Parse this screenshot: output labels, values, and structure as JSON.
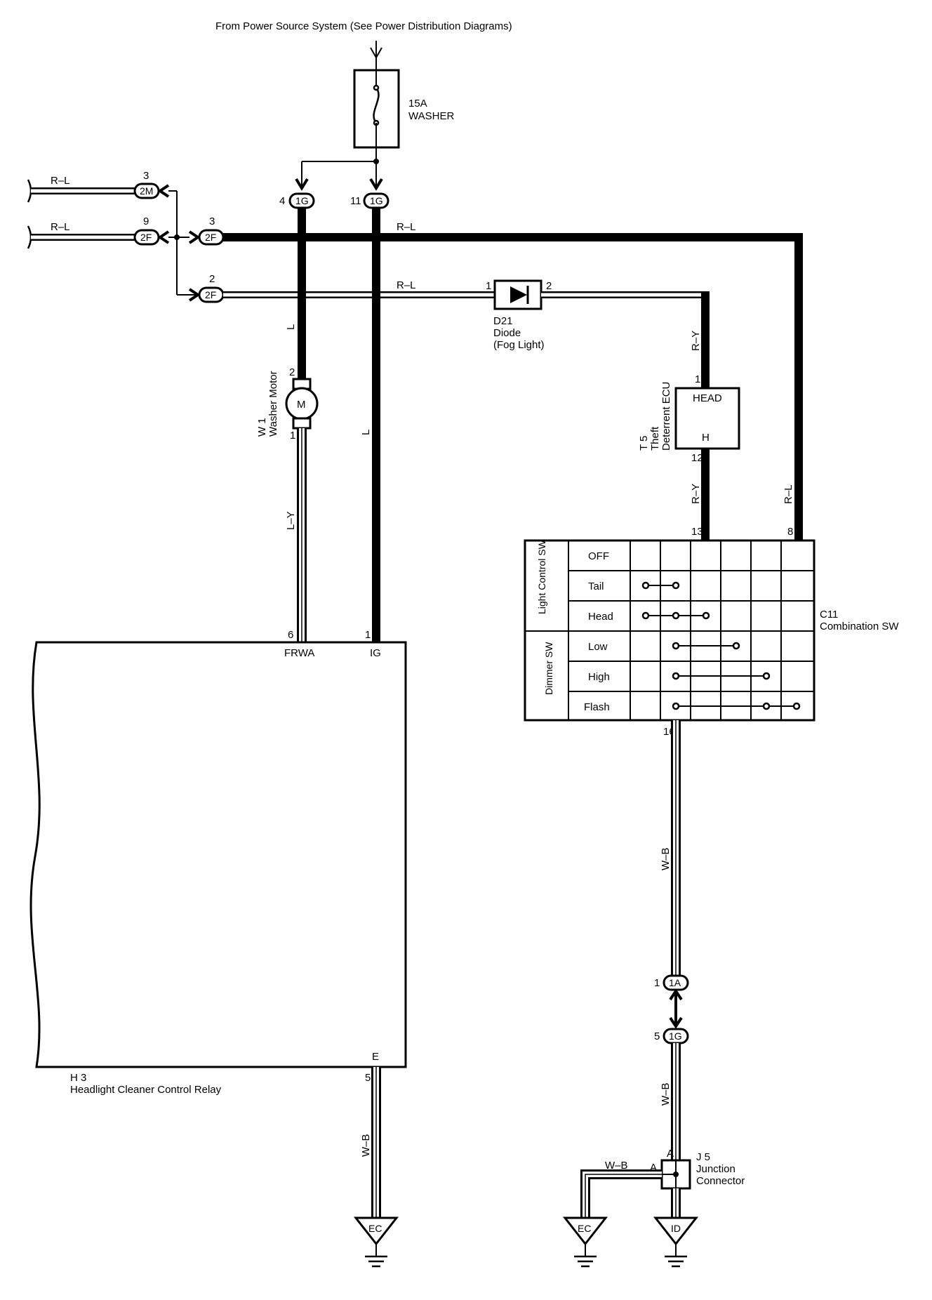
{
  "header": {
    "power_source": "From Power Source System (See Power Distribution Diagrams)"
  },
  "fuse": {
    "rating": "15A",
    "name": "WASHER"
  },
  "connectors": {
    "c_2m": {
      "pin": "3",
      "label": "2M"
    },
    "c_2f_left": {
      "pin": "9",
      "label": "2F"
    },
    "c_2f_mid": {
      "pin": "3",
      "label": "2F"
    },
    "c_2f_low": {
      "pin": "2",
      "label": "2F"
    },
    "c_1g_a": {
      "pin": "4",
      "label": "1G"
    },
    "c_1g_b": {
      "pin": "11",
      "label": "1G"
    },
    "c_1a": {
      "pin": "1",
      "label": "1A"
    },
    "c_1g_c": {
      "pin": "5",
      "label": "1G"
    }
  },
  "wires": {
    "r_l_top": "R–L",
    "r_l_mid": "R–L",
    "r_l_main": "R–L",
    "r_l_diode": "R–L",
    "l_motor": "L",
    "l_ig": "L",
    "l_y": "L–Y",
    "r_y_top": "R–Y",
    "r_y_bottom": "R–Y",
    "r_l_right": "R–L",
    "w_b_sw": "W–B",
    "w_b_j5": "W–B",
    "w_b_relay": "W–B",
    "w_b_ec": "W–B"
  },
  "diode": {
    "id": "D21",
    "name": "Diode",
    "note": "(Fog Light)",
    "pin1": "1",
    "pin2": "2"
  },
  "motor": {
    "id": "W 1",
    "name": "Washer Motor",
    "symbol": "M",
    "pin_top": "2",
    "pin_bottom": "1"
  },
  "ecu": {
    "id": "T 5",
    "name1": "Theft",
    "name2": "Deterrent ECU",
    "head": "HEAD",
    "h": "H",
    "pin_top": "1",
    "pin_bottom": "12"
  },
  "combo_sw": {
    "id": "C11",
    "name": "Combination SW",
    "light_group": "Light Control SW",
    "dimmer_group": "Dimmer SW",
    "rows": [
      "OFF",
      "Tail",
      "Head",
      "Low",
      "High",
      "Flash"
    ],
    "pin13": "13",
    "pin8": "8",
    "pin16": "16"
  },
  "relay": {
    "id": "H 3",
    "name": "Headlight Cleaner Control Relay",
    "frwa": "FRWA",
    "ig": "IG",
    "e": "E",
    "pin6": "6",
    "pin1": "1",
    "pin5": "5"
  },
  "junction": {
    "id": "J 5",
    "name1": "Junction",
    "name2": "Connector",
    "pin_a_top": "A",
    "pin_a_left": "A"
  },
  "grounds": {
    "ec_left": "EC",
    "ec_right": "EC",
    "id": "ID"
  }
}
